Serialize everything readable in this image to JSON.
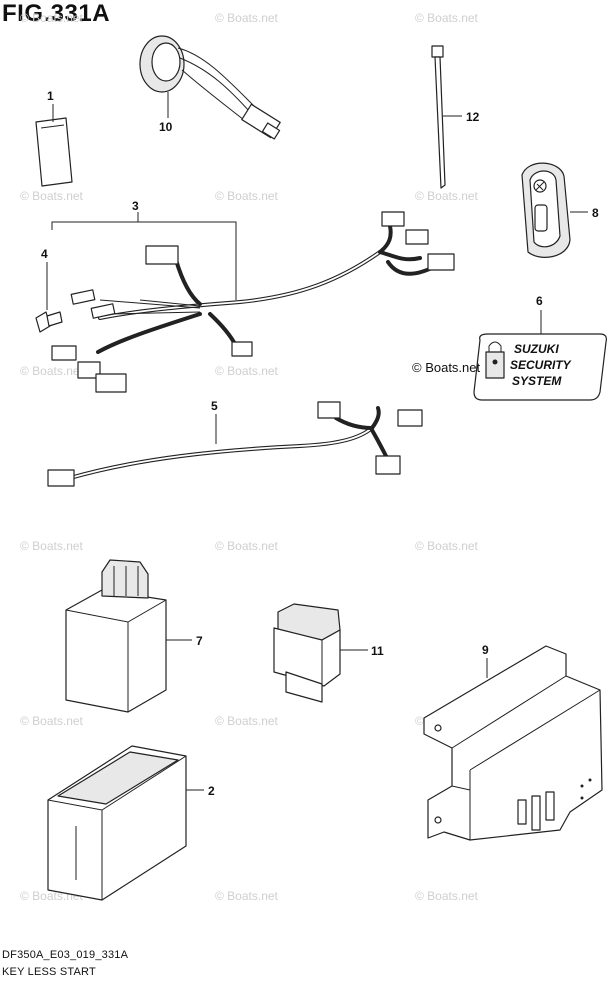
{
  "figure": {
    "title": "FIG.331A",
    "code": "DF350A_E03_019_331A",
    "caption": "KEY LESS START"
  },
  "parts": [
    {
      "number": "1"
    },
    {
      "number": "2"
    },
    {
      "number": "3"
    },
    {
      "number": "4"
    },
    {
      "number": "5"
    },
    {
      "number": "6"
    },
    {
      "number": "7"
    },
    {
      "number": "8"
    },
    {
      "number": "9"
    },
    {
      "number": "10"
    },
    {
      "number": "11"
    },
    {
      "number": "12"
    }
  ],
  "badge": {
    "line1": "SUZUKI",
    "line2": "SECURITY",
    "line3": "SYSTEM"
  },
  "watermark": {
    "text": "© Boats.net",
    "copyright": "© Boats.net"
  }
}
